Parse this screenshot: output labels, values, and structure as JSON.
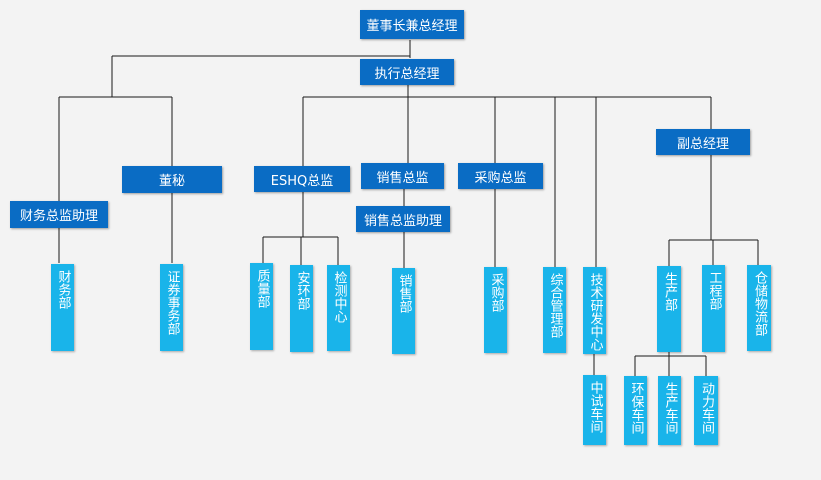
{
  "org": {
    "chairman": "董事长兼总经理",
    "executive_gm": "执行总经理",
    "finance_assistant": "财务总监助理",
    "secretary": "董秘",
    "eshq_director": "ESHQ总监",
    "sales_director": "销售总监",
    "sales_assistant": "销售总监助理",
    "purchasing_director": "采购总监",
    "deputy_gm": "副总经理",
    "departments": {
      "finance": "财务部",
      "securities": "证券事务部",
      "quality": "质量部",
      "safety_env": "安环部",
      "testing_center": "检测中心",
      "sales": "销售部",
      "purchasing": "采购部",
      "general_mgmt": "综合管理部",
      "rd_center": "技术研发中心",
      "production": "生产部",
      "engineering": "工程部",
      "warehouse_logistics": "仓储物流部"
    },
    "workshops": {
      "pilot": "中试车间",
      "env_protection": "环保车间",
      "production": "生产车间",
      "power": "动力车间"
    }
  }
}
